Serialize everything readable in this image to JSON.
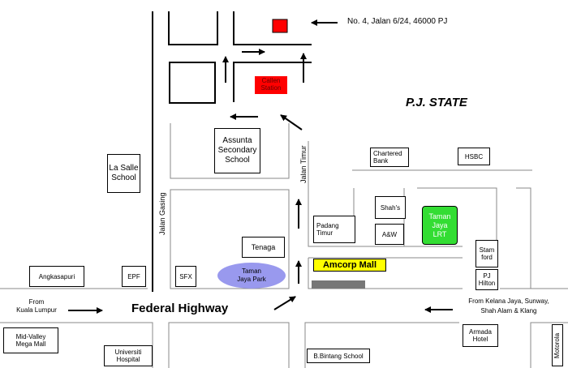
{
  "address": "No. 4, Jalan 6/24, 46000 PJ",
  "callen_station": "Callen Station",
  "state": "P.J. STATE",
  "roads": {
    "jalan_timur": "Jalan Timur",
    "jalan_gasing": "Jalan Gasing",
    "federal_highway": "Federal Highway",
    "from_kl": "From\nKuala Lumpur",
    "from_kelana": "From Kelana Jaya, Sunway,\nShah Alam & Klang",
    "motorola": "Motorola"
  },
  "places": {
    "assunta": "Assunta\nSecondary\nSchool",
    "la_salle": "La Salle\nSchool",
    "chartered": "Chartered\nBank",
    "hsbc": "HSBC",
    "shahs": "Shah's",
    "padang": "Padang\nTimur",
    "aw": "A&W",
    "lrt": "Taman\nJaya\nLRT",
    "stamford": "Stam\nford",
    "pj_hilton": "PJ\nHilton",
    "tenaga": "Tenaga",
    "amcorp": "Amcorp Mall",
    "taman_jaya_park": "Taman\nJaya Park",
    "sfx": "SFX",
    "epf": "EPF",
    "angkasapuri": "Angkasapuri",
    "mid_valley": "Mid-Valley\nMega Mall",
    "universiti": "Universiti\nHospital",
    "bintang": "B.Bintang School",
    "armada": "Armada\nHotel"
  },
  "colors": {
    "marker_red": "#ff0000",
    "lrt_green": "#33dd33",
    "amcorp_yellow": "#ffff00",
    "park_purple": "#9999ee",
    "grey_bar": "#777777"
  }
}
